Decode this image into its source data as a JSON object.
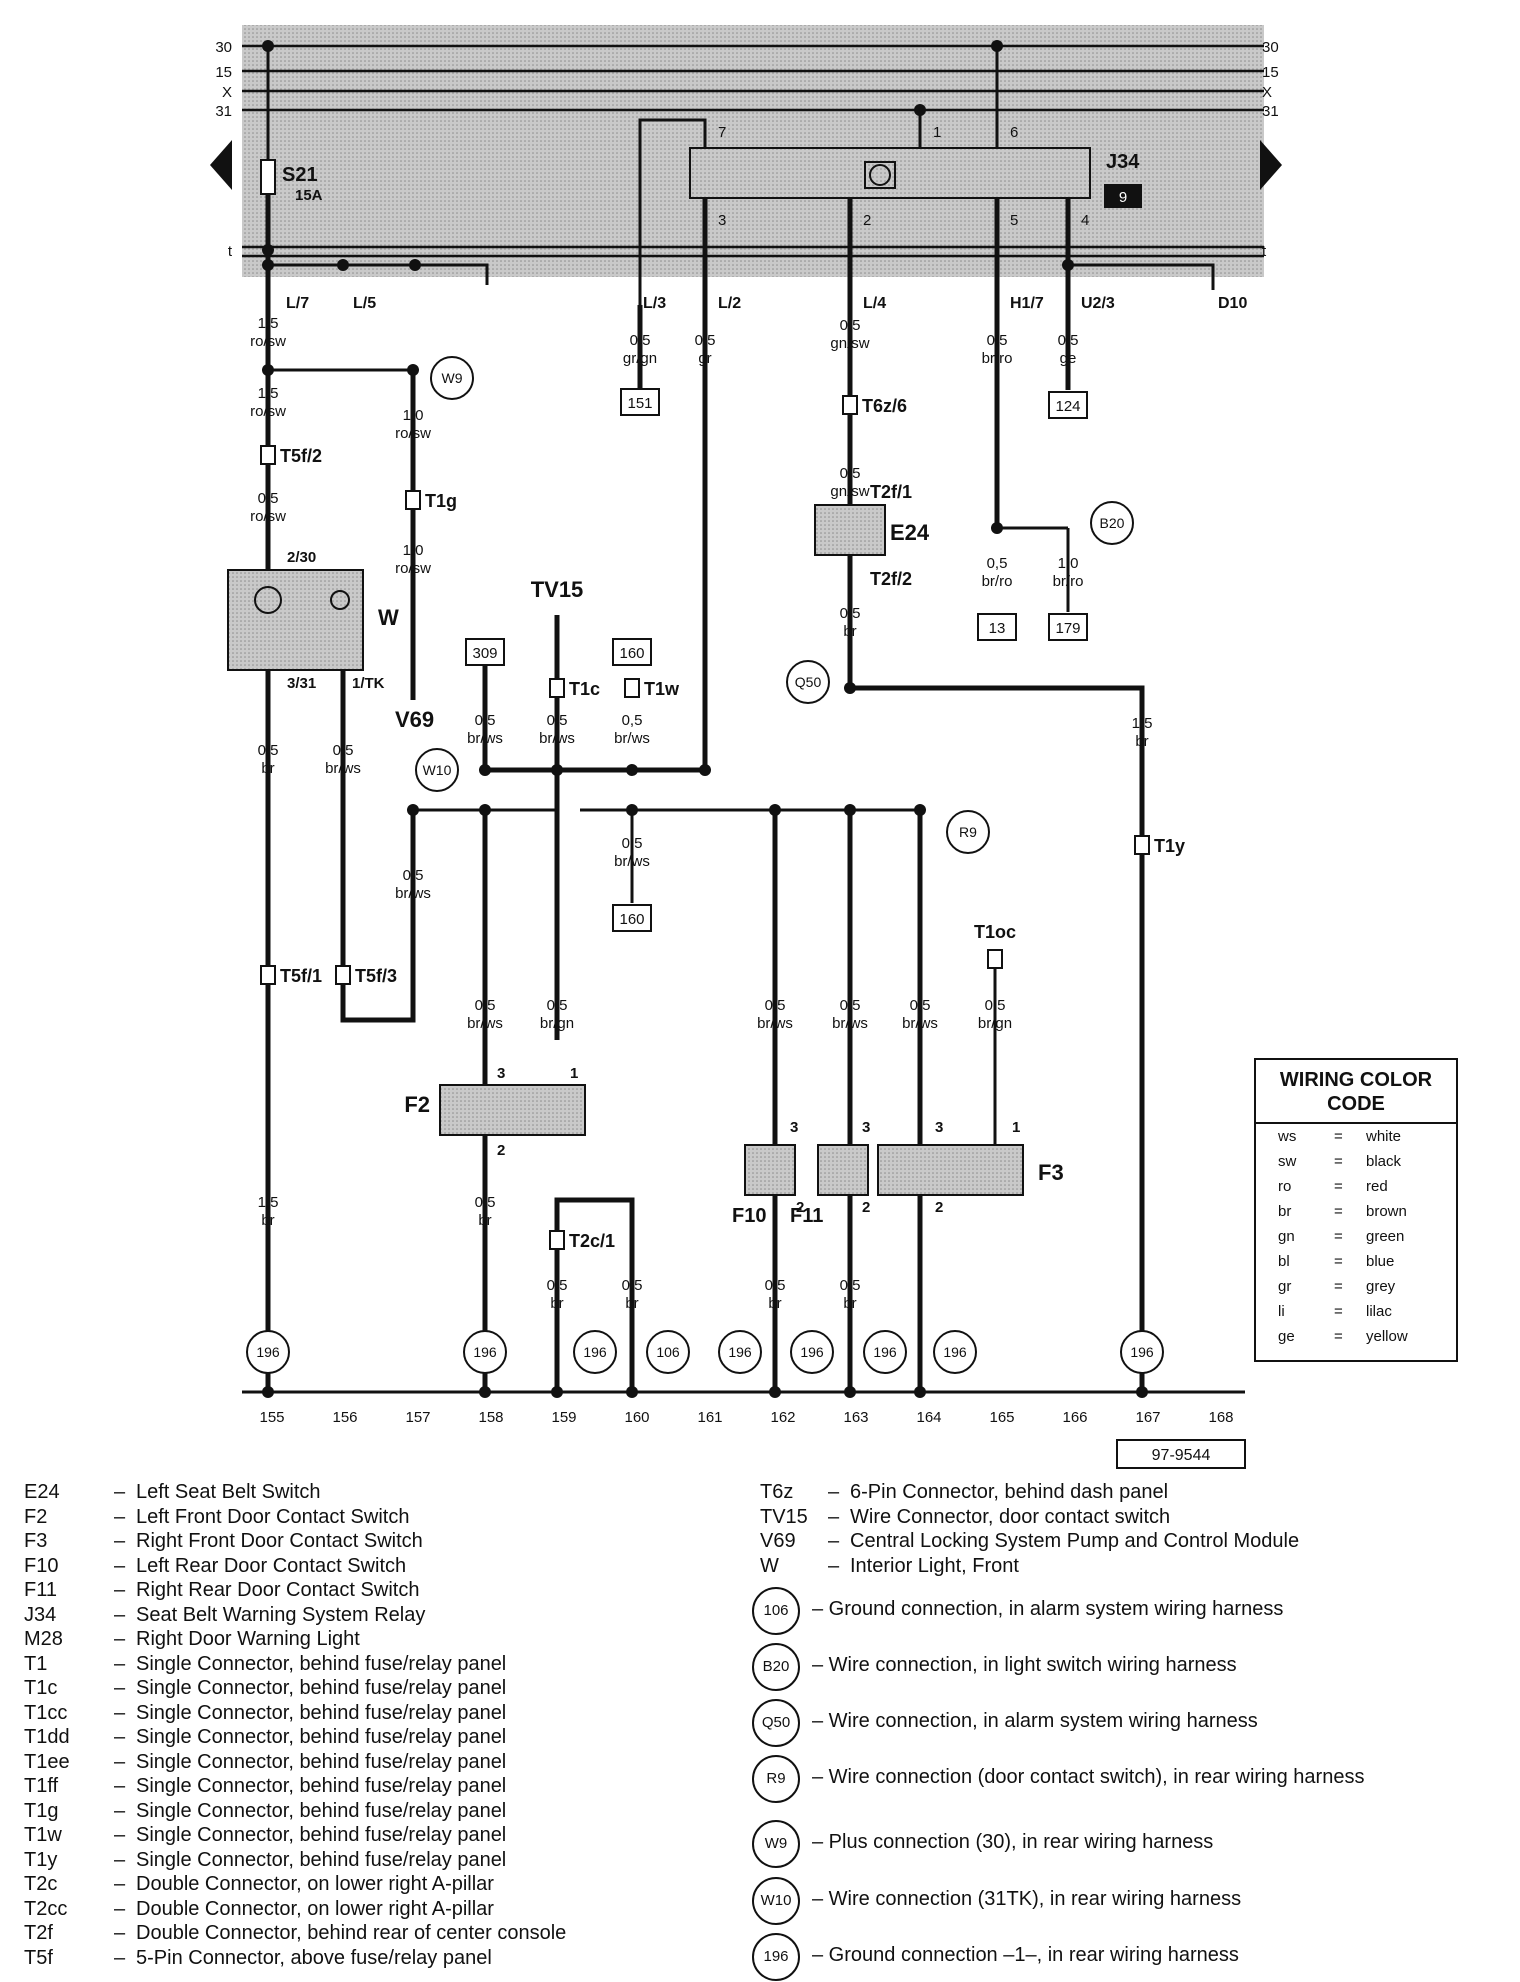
{
  "diagram": {
    "ref_number": "97-9544",
    "bus_labels": [
      "30",
      "15",
      "X",
      "31"
    ],
    "bus_t_label": "t",
    "relay_id": "J34",
    "relay_box_number": "9",
    "relay_pins": [
      "7",
      "1",
      "6",
      "3",
      "2",
      "5",
      "4"
    ],
    "fuse_id": "S21",
    "fuse_rating": "15A",
    "fuse_group_labels": [
      "L/7",
      "L/5"
    ],
    "harness_labels": [
      "L/3",
      "L/2",
      "L/4",
      "H1/7",
      "U2/3",
      "D10"
    ],
    "component_labels": [
      "W",
      "V69",
      "TV15",
      "E24",
      "F2",
      "F3",
      "F10",
      "F11",
      "T1oc"
    ],
    "pin_labels": [
      "2/30",
      "3/31",
      "1/TK",
      "3",
      "1",
      "2"
    ],
    "connector_labels": [
      "T5f/2",
      "T1g",
      "T6z/6",
      "T2f/1",
      "T2f/2",
      "T1c",
      "T1w",
      "T5f/1",
      "T5f/3",
      "T1y",
      "T2c/1"
    ],
    "wire_sizes": [
      "1,5",
      "1,0",
      "0,5"
    ],
    "wire_colors": [
      "ro/sw",
      "gr/gn",
      "gr",
      "gn/sw",
      "br/ro",
      "ge",
      "br",
      "br/ws",
      "br/gn"
    ],
    "circle_refs": [
      "W9",
      "W10",
      "R9",
      "B20",
      "Q50",
      "196",
      "106"
    ],
    "box_refs": [
      "151",
      "124",
      "13",
      "179",
      "309",
      "160"
    ],
    "track_numbers": [
      "155",
      "156",
      "157",
      "158",
      "159",
      "160",
      "161",
      "162",
      "163",
      "164",
      "165",
      "166",
      "167",
      "168"
    ]
  },
  "color_code": {
    "title": "WIRING COLOR CODE",
    "eq": "=",
    "rows": [
      {
        "code": "ws",
        "name": "white"
      },
      {
        "code": "sw",
        "name": "black"
      },
      {
        "code": "ro",
        "name": "red"
      },
      {
        "code": "br",
        "name": "brown"
      },
      {
        "code": "gn",
        "name": "green"
      },
      {
        "code": "bl",
        "name": "blue"
      },
      {
        "code": "gr",
        "name": "grey"
      },
      {
        "code": "li",
        "name": "lilac"
      },
      {
        "code": "ge",
        "name": "yellow"
      }
    ]
  },
  "legend_left": [
    {
      "code": "E24",
      "desc": "Left Seat Belt Switch"
    },
    {
      "code": "F2",
      "desc": "Left Front Door Contact Switch"
    },
    {
      "code": "F3",
      "desc": "Right Front Door Contact Switch"
    },
    {
      "code": "F10",
      "desc": "Left Rear Door Contact Switch"
    },
    {
      "code": "F11",
      "desc": "Right Rear Door Contact Switch"
    },
    {
      "code": "J34",
      "desc": "Seat Belt Warning System Relay"
    },
    {
      "code": "M28",
      "desc": "Right Door Warning Light"
    },
    {
      "code": "T1",
      "desc": "Single Connector, behind fuse/relay panel"
    },
    {
      "code": "T1c",
      "desc": "Single Connector, behind fuse/relay panel"
    },
    {
      "code": "T1cc",
      "desc": "Single Connector, behind fuse/relay panel"
    },
    {
      "code": "T1dd",
      "desc": "Single Connector, behind fuse/relay panel"
    },
    {
      "code": "T1ee",
      "desc": "Single Connector, behind fuse/relay panel"
    },
    {
      "code": "T1ff",
      "desc": "Single Connector, behind fuse/relay panel"
    },
    {
      "code": "T1g",
      "desc": "Single Connector, behind fuse/relay panel"
    },
    {
      "code": "T1w",
      "desc": "Single Connector, behind fuse/relay panel"
    },
    {
      "code": "T1y",
      "desc": "Single Connector, behind fuse/relay panel"
    },
    {
      "code": "T2c",
      "desc": "Double Connector, on lower right  A-pillar"
    },
    {
      "code": "T2cc",
      "desc": "Double Connector, on lower right  A-pillar"
    },
    {
      "code": "T2f",
      "desc": "Double Connector, behind rear of center console"
    },
    {
      "code": "T5f",
      "desc": "5-Pin Connector, above fuse/relay panel"
    }
  ],
  "legend_right": [
    {
      "code": "T6z",
      "desc": "6-Pin Connector, behind dash panel"
    },
    {
      "code": "TV15",
      "desc": "Wire Connector, door contact switch"
    },
    {
      "code": "V69",
      "desc": "Central Locking System Pump and Control Module"
    },
    {
      "code": "W",
      "desc": "Interior Light, Front"
    }
  ],
  "legend_symbols": [
    {
      "id": "106",
      "desc": "Ground connection, in alarm system wiring harness"
    },
    {
      "id": "B20",
      "desc": "Wire connection, in light switch wiring harness"
    },
    {
      "id": "Q50",
      "desc": "Wire connection, in alarm system wiring harness"
    },
    {
      "id": "R9",
      "desc": "Wire connection (door contact switch), in rear wiring harness"
    },
    {
      "id": "W9",
      "desc": "Plus connection (30), in rear wiring harness"
    },
    {
      "id": "W10",
      "desc": "Wire connection (31TK), in rear wiring harness"
    },
    {
      "id": "196",
      "desc": "Ground connection  –1–, in rear wiring harness"
    }
  ]
}
